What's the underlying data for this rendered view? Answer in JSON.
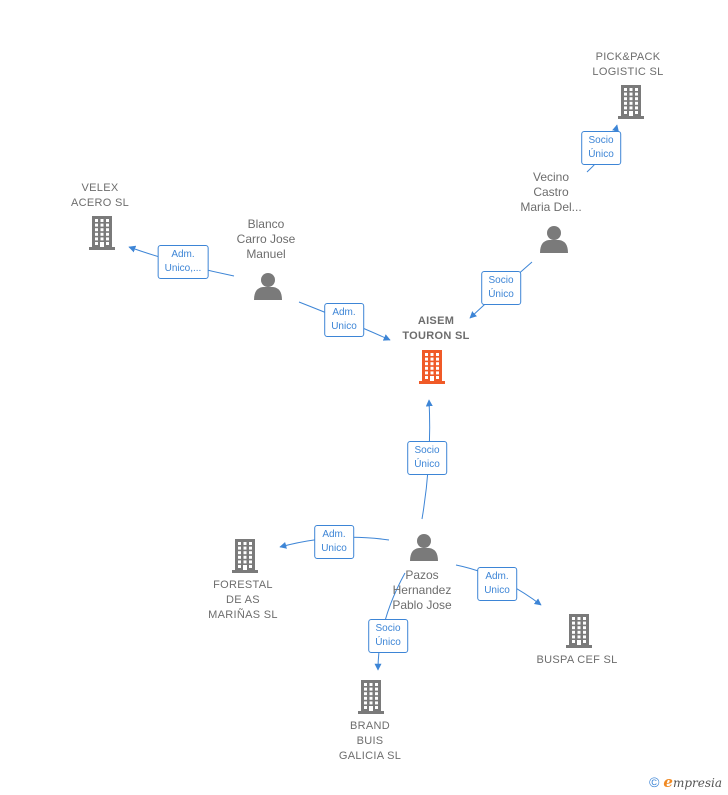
{
  "nodes": {
    "aisem": {
      "kind": "company",
      "main": true,
      "lines": [
        "AISEM",
        "TOURON SL"
      ],
      "color": "#f05a28"
    },
    "pickpack": {
      "kind": "company",
      "lines": [
        "PICK&PACK",
        "LOGISTIC SL"
      ],
      "color": "#7a7a7a"
    },
    "velex": {
      "kind": "company",
      "lines": [
        "VELEX",
        "ACERO SL"
      ],
      "color": "#7a7a7a"
    },
    "vecino": {
      "kind": "person",
      "lines": [
        "Vecino",
        "Castro",
        "Maria Del..."
      ],
      "color": "#7a7a7a"
    },
    "blanco": {
      "kind": "person",
      "lines": [
        "Blanco",
        "Carro Jose",
        "Manuel"
      ],
      "color": "#7a7a7a"
    },
    "pazos": {
      "kind": "person",
      "lines": [
        "Pazos",
        "Hernandez",
        "Pablo Jose"
      ],
      "color": "#7a7a7a"
    },
    "forestal": {
      "kind": "company",
      "lines": [
        "FORESTAL",
        "DE AS",
        "MARIÑAS SL"
      ],
      "color": "#7a7a7a"
    },
    "buspa": {
      "kind": "company",
      "lines": [
        "BUSPA CEF SL"
      ],
      "color": "#7a7a7a"
    },
    "brand": {
      "kind": "company",
      "lines": [
        "BRAND",
        "BUIS",
        "GALICIA SL"
      ],
      "color": "#7a7a7a"
    }
  },
  "edges": [
    {
      "id": "vecino-pickpack",
      "from": "vecino",
      "to": "pickpack",
      "label": [
        "Socio",
        "Único"
      ]
    },
    {
      "id": "vecino-aisem",
      "from": "vecino",
      "to": "aisem",
      "label": [
        "Socio",
        "Único"
      ]
    },
    {
      "id": "blanco-velex",
      "from": "blanco",
      "to": "velex",
      "label": [
        "Adm.",
        "Unico,..."
      ]
    },
    {
      "id": "blanco-aisem",
      "from": "blanco",
      "to": "aisem",
      "label": [
        "Adm.",
        "Unico"
      ]
    },
    {
      "id": "pazos-aisem",
      "from": "pazos",
      "to": "aisem",
      "label": [
        "Socio",
        "Único"
      ]
    },
    {
      "id": "pazos-forestal",
      "from": "pazos",
      "to": "forestal",
      "label": [
        "Adm.",
        "Unico"
      ]
    },
    {
      "id": "pazos-buspa",
      "from": "pazos",
      "to": "buspa",
      "label": [
        "Adm.",
        "Unico"
      ]
    },
    {
      "id": "pazos-brand",
      "from": "pazos",
      "to": "brand",
      "label": [
        "Socio",
        "Único"
      ]
    }
  ],
  "colors": {
    "edge": "#3d85d6",
    "main_company": "#f05a28",
    "node": "#7a7a7a"
  },
  "footer": {
    "copyright": "©",
    "brand_initial": "e",
    "brand_rest": "mpresia"
  }
}
